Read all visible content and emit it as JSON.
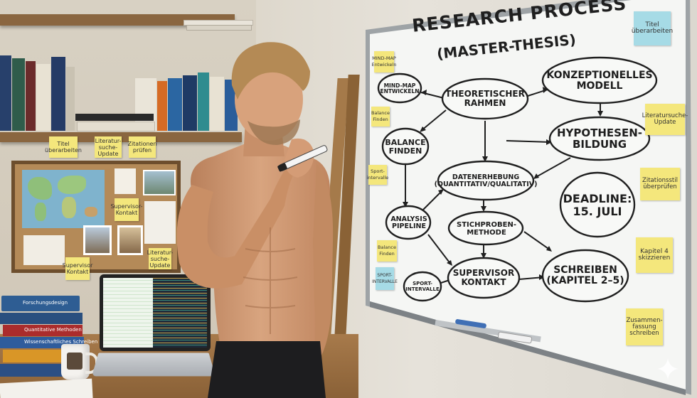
{
  "whiteboard": {
    "title": "RESEARCH PROCESS",
    "subtitle": "(MASTER-THESIS)",
    "nodes": [
      {
        "key": "mindmap",
        "label": "MIND-MAP\nENTWICKELN"
      },
      {
        "key": "theoretisch",
        "label": "THEORETISCHER\nRAHMEN"
      },
      {
        "key": "konzept",
        "label": "KONZEPTIONELLES\nMODELL"
      },
      {
        "key": "balance",
        "label": "BALANCE\nFINDEN"
      },
      {
        "key": "hypothesen",
        "label": "HYPOTHESEN-\nBILDUNG"
      },
      {
        "key": "daten",
        "label": "DATENERHEBUNG\n(QUANTITATIV/QUALITATIV)"
      },
      {
        "key": "deadline",
        "label": "DEADLINE:\n15. JULI"
      },
      {
        "key": "analysis",
        "label": "ANALYSIS\nPIPELINE"
      },
      {
        "key": "stichproben",
        "label": "STICHPROBEN-\nMETHODE"
      },
      {
        "key": "sport",
        "label": "SPORT-\nINTERVALLE"
      },
      {
        "key": "supervisor",
        "label": "SUPERVISOR\nKONTAKT"
      },
      {
        "key": "schreiben",
        "label": "SCHREIBEN\n(KAPITEL 2–5)"
      }
    ],
    "sticky_left": [
      "MIND-MAP Entwickeln",
      "Balance Finden",
      "Sport-intervalle",
      "Balance Finden",
      "SPORT-INTERVALLE"
    ],
    "sticky_right": [
      "Titel überarbeiten",
      "Literatursuche-Update",
      "Zitationsstil überprüfen",
      "Kapitel 4 skizzieren",
      "Zusammen-fassung schreiben"
    ]
  },
  "shelf_notes": [
    "Titel überarbeiten",
    "Literatur-suche-Update",
    "Zitationen prüfen"
  ],
  "corkboard_notes": [
    "Supervisor-Kontakt",
    "Literatur-suche-Update",
    "Supervisor Kontakt"
  ],
  "desk_books": [
    "Forschungsdesign",
    "Quantitative Methoden",
    "Wissenschaftliches Schreiben"
  ],
  "colors": {
    "whiteboard": "#f5f6f4",
    "frame": "#9ea3a6",
    "ink": "#1f1f1f",
    "sticky_yellow": "#f4e77c",
    "sticky_blue": "#a6dbe6",
    "skin": "#d7a07e",
    "shelf_wood": "#8a6640"
  }
}
